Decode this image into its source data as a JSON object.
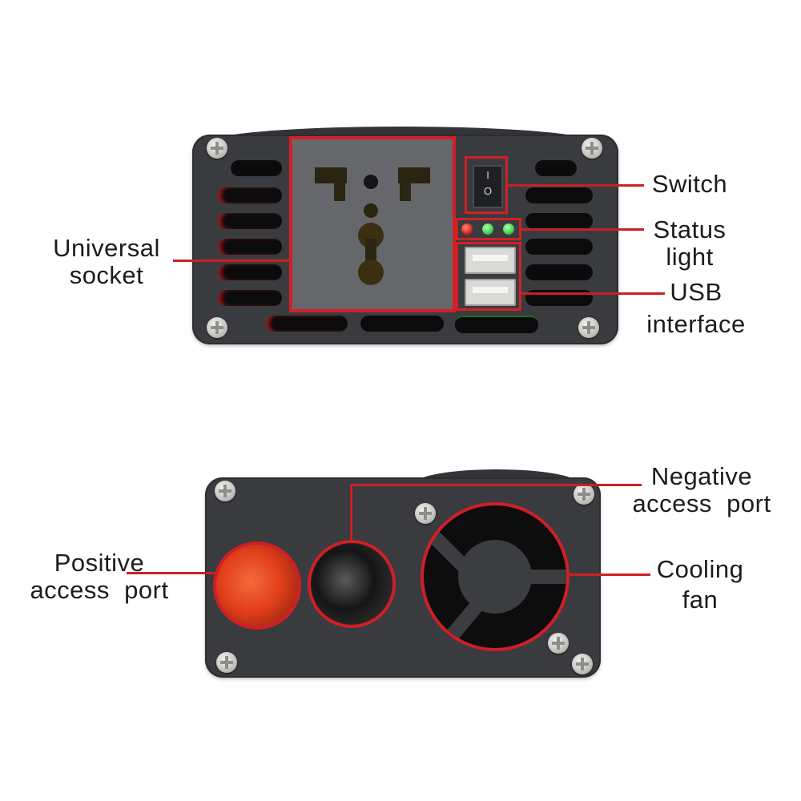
{
  "figure": {
    "subject": "Power inverter front and rear panel diagram",
    "accent_color": "#cc1f24",
    "panel_color": "#3a3b3e"
  },
  "front_panel": {
    "labels": {
      "universal_socket": [
        "Universal",
        "socket"
      ],
      "switch": [
        "Switch"
      ],
      "status_light": [
        "Status",
        "light"
      ],
      "usb_interface": [
        "USB",
        "interface"
      ]
    },
    "switch_symbols": {
      "on": "I",
      "off": "O"
    },
    "status_leds": [
      {
        "color": "#e0261c",
        "name": "red"
      },
      {
        "color": "#3fd24a",
        "name": "green"
      },
      {
        "color": "#3fd24a",
        "name": "green"
      }
    ],
    "usb_port_count": 2
  },
  "rear_panel": {
    "labels": {
      "positive_port": [
        "Positive",
        "access  port"
      ],
      "negative_port": [
        "Negative",
        "access  port"
      ],
      "cooling_fan": [
        "Cooling",
        "fan"
      ]
    },
    "terminal_colors": {
      "positive": "#e2401a",
      "negative": "#151515"
    }
  }
}
